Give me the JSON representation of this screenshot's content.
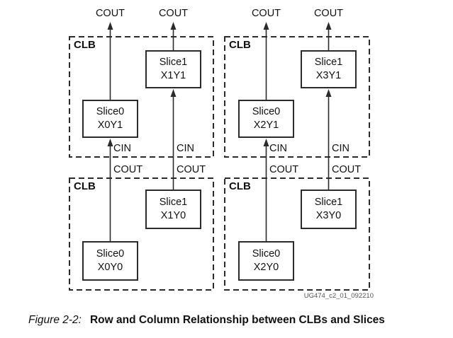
{
  "figure": {
    "caption_label": "Figure 2-2:",
    "caption_title": "Row and Column Relationship between CLBs and Slices",
    "watermark": "UG474_c2_01_092210"
  },
  "labels": {
    "clb": "CLB",
    "cout": "COUT",
    "cin": "CIN"
  },
  "clbs": [
    {
      "id": "top-left",
      "label": "CLB",
      "slice0": {
        "name": "Slice0",
        "coord": "X0Y1"
      },
      "slice1": {
        "name": "Slice1",
        "coord": "X1Y1"
      }
    },
    {
      "id": "top-right",
      "label": "CLB",
      "slice0": {
        "name": "Slice0",
        "coord": "X2Y1"
      },
      "slice1": {
        "name": "Slice1",
        "coord": "X3Y1"
      }
    },
    {
      "id": "bottom-left",
      "label": "CLB",
      "slice0": {
        "name": "Slice0",
        "coord": "X0Y0"
      },
      "slice1": {
        "name": "Slice1",
        "coord": "X1Y0"
      }
    },
    {
      "id": "bottom-right",
      "label": "CLB",
      "slice0": {
        "name": "Slice0",
        "coord": "X2Y0"
      },
      "slice1": {
        "name": "Slice1",
        "coord": "X3Y0"
      }
    }
  ],
  "colors": {
    "line": "#2b2b2b",
    "text": "#111111",
    "watermark": "#555555",
    "background": "#ffffff"
  }
}
